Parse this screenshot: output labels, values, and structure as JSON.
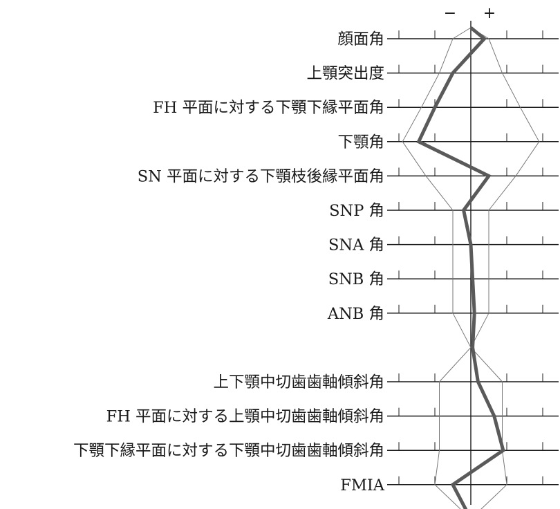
{
  "chart_data": {
    "type": "line",
    "signs": {
      "minus": "−",
      "plus": "+"
    },
    "rows": [
      {
        "label": "顔面角",
        "patient": 0.75,
        "sd_low": -1.0,
        "sd_high": 1.0
      },
      {
        "label": "上顎突出度",
        "patient": -1.0,
        "sd_low": -1.75,
        "sd_high": 1.75
      },
      {
        "label": "FH 平面に対する下顎下縁平面角",
        "patient": -2.0,
        "sd_low": -2.75,
        "sd_high": 2.75
      },
      {
        "label": "下顎角",
        "patient": -2.9,
        "sd_low": -3.8,
        "sd_high": 3.8
      },
      {
        "label": "SN 平面に対する下顎枝後縁平面角",
        "patient": 1.0,
        "sd_low": -2.5,
        "sd_high": 2.5
      },
      {
        "label": "SNP 角",
        "patient": -0.4,
        "sd_low": -1.0,
        "sd_high": 1.0
      },
      {
        "label": "SNA 角",
        "patient": 0.0,
        "sd_low": -1.0,
        "sd_high": 1.0
      },
      {
        "label": "SNB 角",
        "patient": 0.1,
        "sd_low": -1.0,
        "sd_high": 1.0
      },
      {
        "label": "ANB 角",
        "patient": 0.2,
        "sd_low": -1.0,
        "sd_high": 1.0
      },
      {
        "label": "",
        "patient": 0.1,
        "sd_low": 0.0,
        "sd_high": 0.0
      },
      {
        "label": "上下顎中切歯歯軸傾斜角",
        "patient": 0.4,
        "sd_low": -1.75,
        "sd_high": 1.75
      },
      {
        "label": "FH 平面に対する上顎中切歯歯軸傾斜角",
        "patient": 1.3,
        "sd_low": -1.75,
        "sd_high": 1.75
      },
      {
        "label": "下顎下縁平面に対する下顎中切歯歯軸傾斜角",
        "patient": 1.8,
        "sd_low": -1.75,
        "sd_high": 1.75
      },
      {
        "label": "FMIA",
        "patient": -1.0,
        "sd_low": -2.0,
        "sd_high": 2.0
      },
      {
        "label": "",
        "patient": 0.0,
        "sd_low": 0.0,
        "sd_high": 0.0
      }
    ],
    "colors": {
      "patient_line": "#5a5a5a",
      "sd_line": "#777777",
      "axis": "#1a1a1a"
    }
  }
}
